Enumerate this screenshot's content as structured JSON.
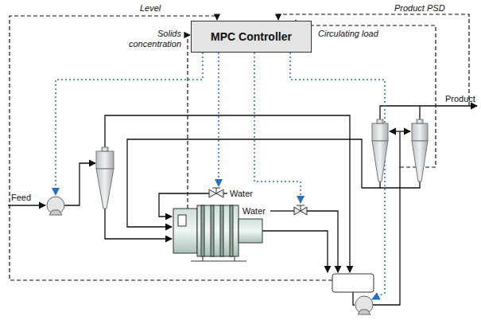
{
  "diagram": {
    "nodes": [
      {
        "text": [
          "MPC Controller"
        ]
      }
    ],
    "labels": [
      "Level",
      "Solids concentration",
      "Product PSD",
      "Circulating load",
      "Product",
      "Feed",
      "Water",
      "Water"
    ]
  }
}
